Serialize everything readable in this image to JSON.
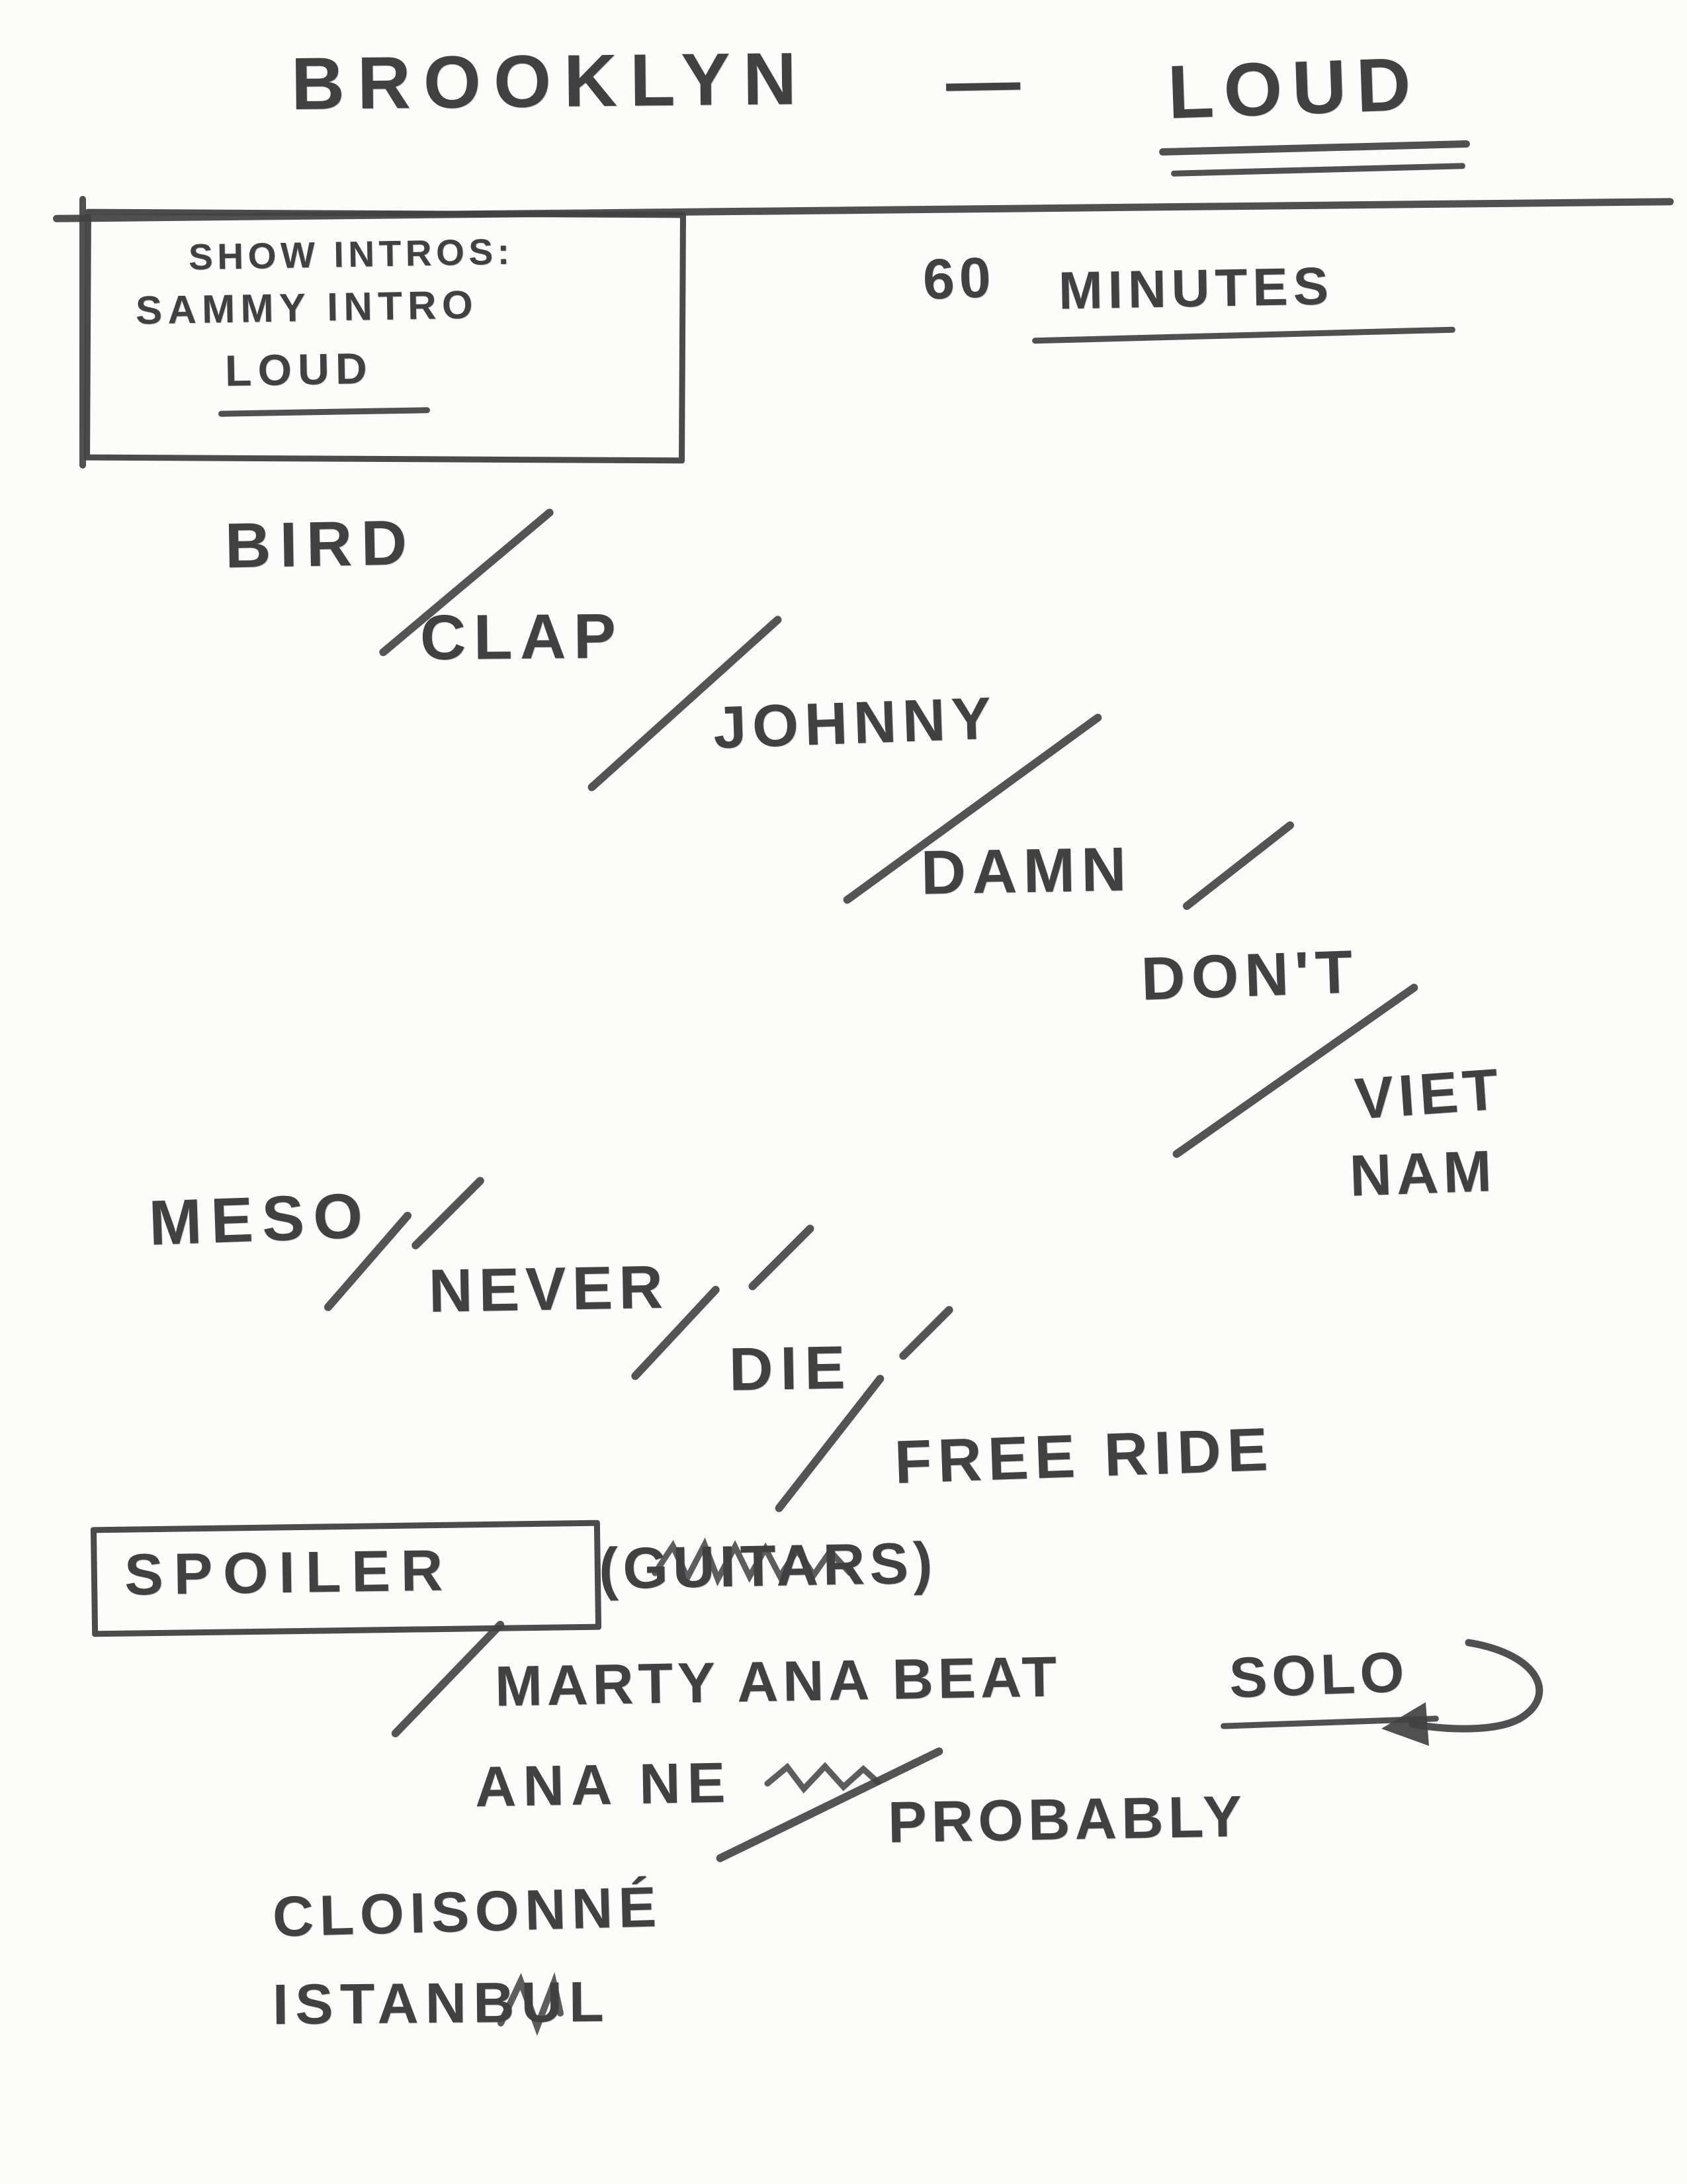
{
  "title": {
    "city": "BROOKLYN",
    "dash": "—",
    "descriptor": "LOUD"
  },
  "intro_box": {
    "line1": "SHOW INTROS:",
    "line2": "SAMMY INTRO",
    "line3": "LOUD"
  },
  "duration": {
    "value": "60",
    "unit": "MINUTES"
  },
  "setlist": {
    "run1": [
      "BIRD",
      "CLAP",
      "JOHNNY",
      "DAMN",
      "DON'T",
      "VIET",
      "NAM"
    ],
    "run2": [
      "MESO",
      "NEVER",
      "DIE",
      "FREE RIDE"
    ],
    "encore": {
      "spoiler": "SPOILER",
      "spoiler_note": "(GUITARS)",
      "marty_line": "MARTY ANA BEAT",
      "solo": "SOLO",
      "ana_line": "ANA NE",
      "probably": "PROBABLY",
      "cloisonne": "CLOISONNÉ",
      "istanbul": "ISTANBUL"
    }
  },
  "colors": {
    "ink": "#414141",
    "paper": "#fcfcfa"
  }
}
